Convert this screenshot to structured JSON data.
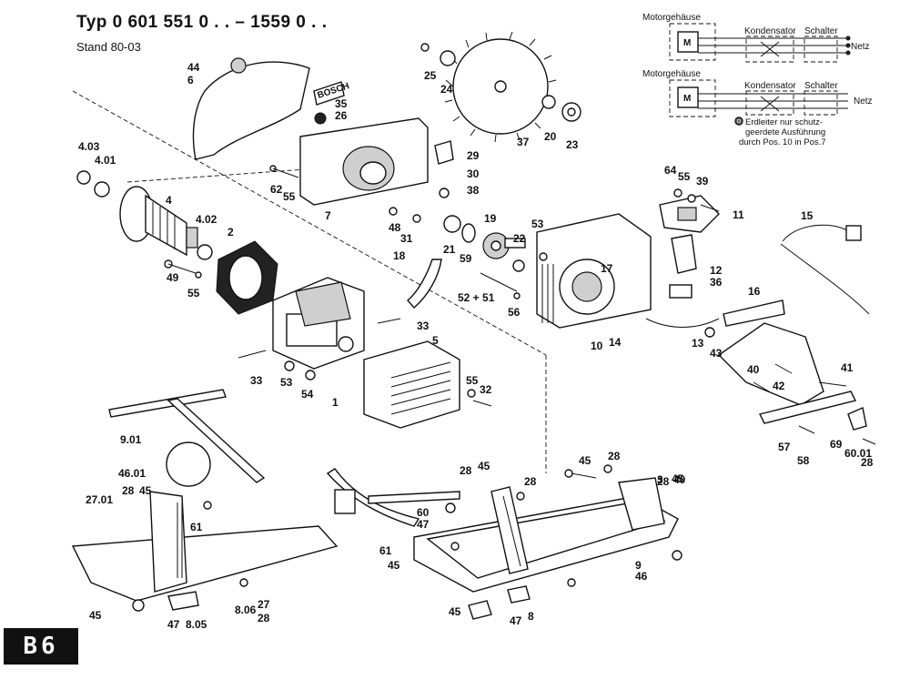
{
  "header": {
    "type_line": "Typ  0 601 551 0 . . – 1559 0 . .",
    "stand": "Stand 80-03"
  },
  "badge": "B6",
  "wiring": {
    "top": {
      "housing": "Motorgehäuse",
      "capacitor": "Kondensator",
      "switch": "Schalter",
      "mains": "Netz",
      "motor": "M"
    },
    "bottom": {
      "housing": "Motorgehäuse",
      "capacitor": "Kondensator",
      "switch": "Schalter",
      "mains": "Netz",
      "motor": "M"
    },
    "note": [
      "Erdleiter nur schutz-",
      "geerdete Ausführung",
      "durch Pos. 10 in Pos.7"
    ],
    "note_symbol": "⊕"
  },
  "brand_label": "BOSCH",
  "callouts": [
    "44",
    "6",
    "35",
    "26",
    "25",
    "24",
    "37",
    "20",
    "23",
    "4.03",
    "4.01",
    "29",
    "30",
    "38",
    "62",
    "55",
    "7",
    "4",
    "4.02",
    "2",
    "48",
    "31",
    "19",
    "21",
    "53",
    "22",
    "59",
    "18",
    "52 + 51",
    "17",
    "64",
    "55",
    "39",
    "11",
    "15",
    "49",
    "55",
    "56",
    "12",
    "36",
    "16",
    "33",
    "5",
    "10",
    "14",
    "13",
    "43",
    "33",
    "53",
    "54",
    "1",
    "55",
    "32",
    "40",
    "42",
    "41",
    "9.01",
    "46.01",
    "27.01",
    "28",
    "45",
    "61",
    "28",
    "45",
    "60",
    "47",
    "45",
    "28",
    "28",
    "45",
    "9",
    "46",
    "61",
    "45",
    "28",
    "3",
    "40",
    "57",
    "58",
    "69",
    "60.01",
    "28",
    "45",
    "47",
    "8.05",
    "8.06",
    "27",
    "28",
    "45",
    "47",
    "8"
  ]
}
